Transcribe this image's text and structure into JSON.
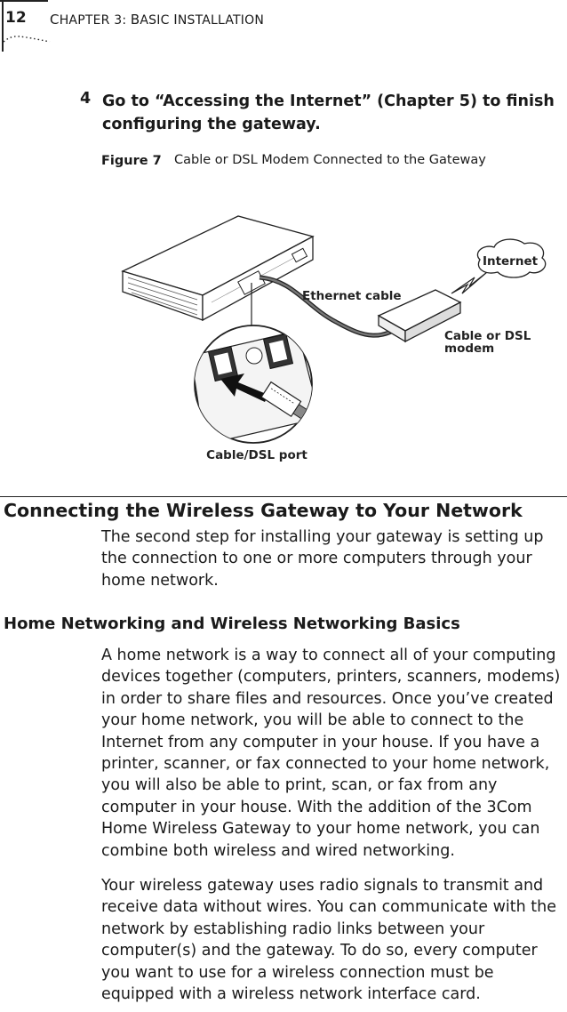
{
  "header": {
    "page_number": "12",
    "chapter_prefix": "C",
    "chapter_rest": "HAPTER 3: B",
    "chapter_b": "B",
    "chapter_tail": "ASIC I",
    "chapter_i": "I",
    "chapter_end": "NSTALLATION"
  },
  "step": {
    "number": "4",
    "text": "Go to “Accessing the Internet” (Chapter 5) to finish configuring the gateway."
  },
  "figure": {
    "label": "Figure 7",
    "caption": "Cable or DSL Modem Connected to the Gateway",
    "callouts": {
      "internet": "Internet",
      "ethernet_cable": "Ethernet cable",
      "modem_line1": "Cable or DSL",
      "modem_line2": "modem",
      "port": "Cable/DSL port"
    }
  },
  "section": {
    "heading": "Connecting the Wireless Gateway to Your Network",
    "intro": "The second step for installing your gateway is setting up the connection to one or more computers through your home network."
  },
  "subsection": {
    "heading": "Home Networking and Wireless Networking Basics",
    "para1": "A home network is a way to connect all of your computing devices together (computers, printers, scanners, modems) in order to share files and resources. Once you’ve created your home network, you will be able to connect to the Internet from any computer in your house. If you have a printer, scanner, or fax connected to your home network, you will also be able to print, scan, or fax from any computer in your house. With the addition of the 3Com Home Wireless Gateway to your home network, you can combine both wireless and wired networking.",
    "para2": "Your wireless gateway uses radio signals to transmit and receive data without wires. You can communicate with the network by establishing radio links between your computer(s) and the gateway. To do so, every computer you want to use for a wireless connection must be equipped with a wireless network interface card."
  }
}
